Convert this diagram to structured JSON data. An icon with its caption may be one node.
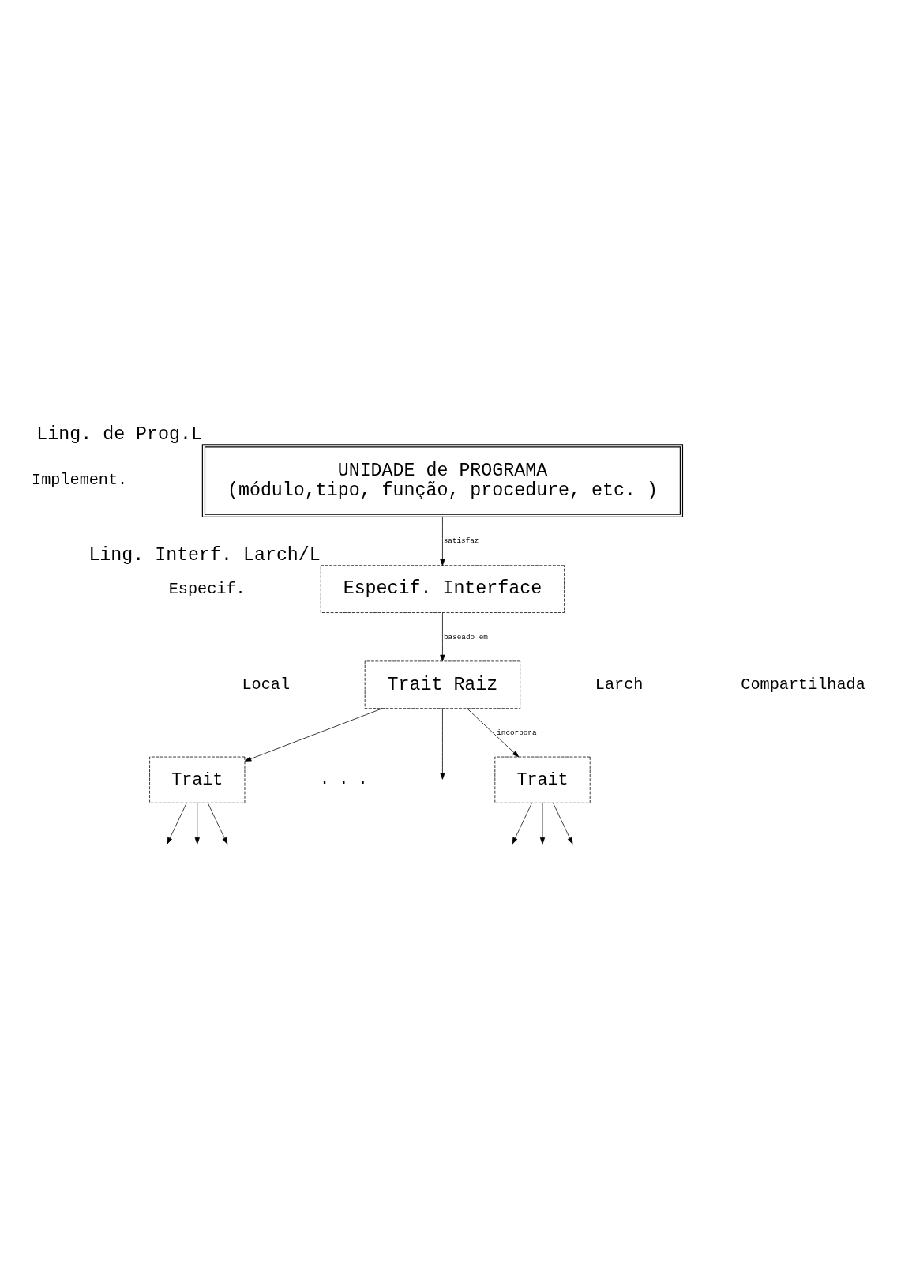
{
  "diagram": {
    "nodes": [
      {
        "text": [
          "UNIDADE de PROGRAMA",
          "(módulo,tipo, função, procedure, etc. )"
        ],
        "beside": [
          "Ling. de Prog.L"
        ]
      },
      {
        "text": [
          "Especif. Interface"
        ],
        "beside": [
          "Ling. Interf. Larch/L"
        ]
      },
      {
        "text": [
          "Trait Raiz"
        ]
      },
      {
        "text": [
          "Trait"
        ]
      },
      {
        "text": [
          "Trait"
        ]
      }
    ],
    "edges": [
      {
        "from": 0,
        "to": 1,
        "arrow": "to",
        "label": "satisfaz"
      },
      {
        "from": 1,
        "to": 2,
        "arrow": "to",
        "label": "baseado em"
      },
      {
        "from": 2,
        "to": 3,
        "arrow": "to"
      },
      {
        "from": 2,
        "to": null,
        "arrow": "to"
      },
      {
        "from": 2,
        "to": 4,
        "arrow": "to",
        "label": "incorpora"
      },
      {
        "from": 3,
        "to": null,
        "arrow": "to"
      },
      {
        "from": 3,
        "to": null,
        "arrow": "to"
      },
      {
        "from": 3,
        "to": null,
        "arrow": "to"
      },
      {
        "from": 4,
        "to": null,
        "arrow": "to"
      },
      {
        "from": 4,
        "to": null,
        "arrow": "to"
      },
      {
        "from": 4,
        "to": null,
        "arrow": "to"
      }
    ],
    "labels": [
      "Implement.",
      "Especif.",
      "Local",
      "Larch",
      "Compartilhada",
      ". . ."
    ]
  }
}
